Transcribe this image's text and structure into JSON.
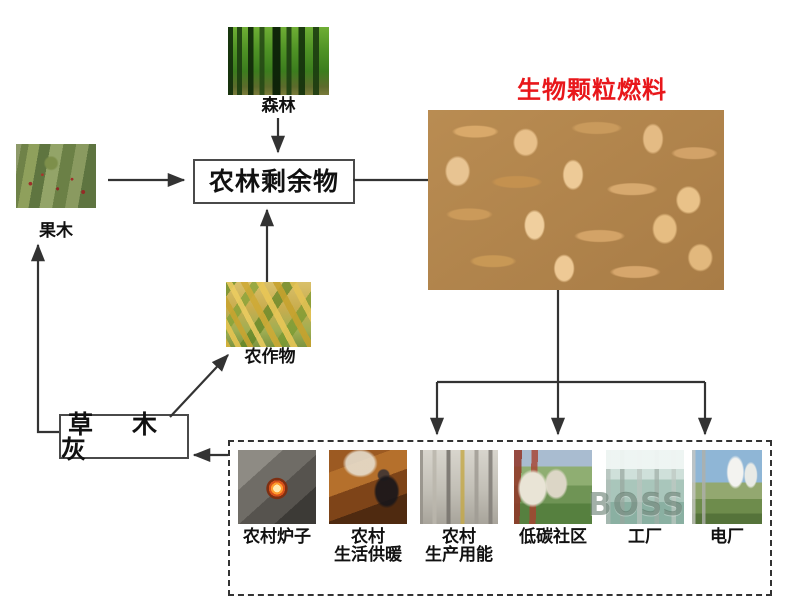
{
  "diagram": {
    "title_red": "生物颗粒燃料",
    "nodes": {
      "forest": "森林",
      "fruit_tree": "果木",
      "crops": "农作物",
      "residue": "农林剩余物",
      "ash": "草　木　灰"
    },
    "applications": [
      {
        "label": "农村炉子",
        "icon": "rural-stove-icon"
      },
      {
        "label": "农村\n生活供暖",
        "icon": "rural-heating-icon"
      },
      {
        "label": "农村\n生产用能",
        "icon": "rural-production-energy-icon"
      },
      {
        "label": "低碳社区",
        "icon": "low-carbon-community-icon"
      },
      {
        "label": "工厂",
        "icon": "factory-icon"
      },
      {
        "label": "电厂",
        "icon": "power-plant-icon"
      }
    ],
    "watermark": "BOSS",
    "colors": {
      "title_red": "#e8171b",
      "box_border": "#4a4a4a",
      "arrow": "#333333",
      "dashed_border": "#333333",
      "background": "#ffffff"
    }
  }
}
